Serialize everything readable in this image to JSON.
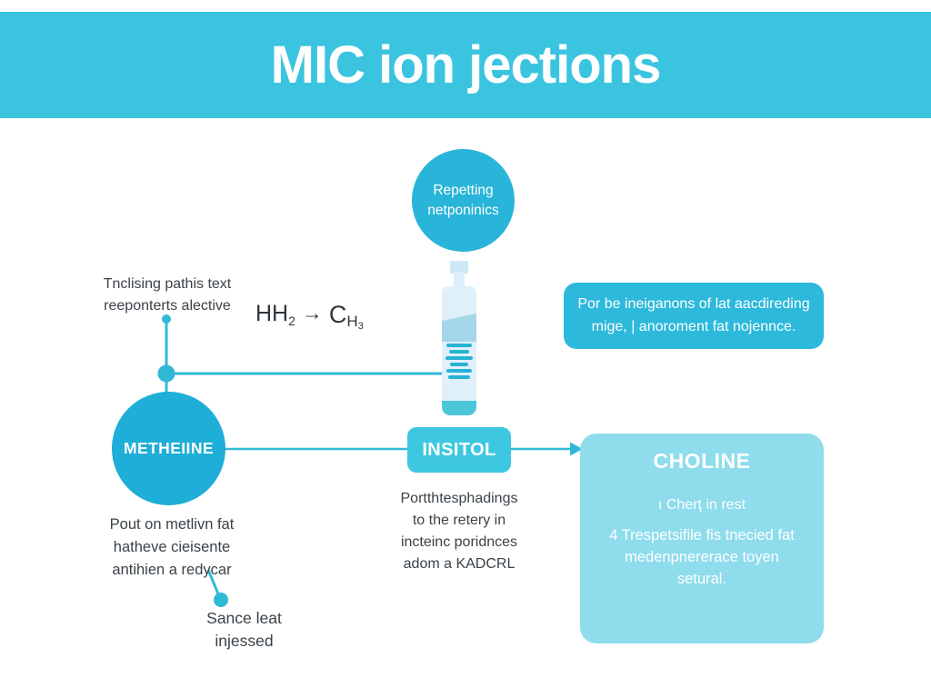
{
  "colors": {
    "banner": "#3bc4e0",
    "top_circle": "#29b4d9",
    "info_box": "#2db9dc",
    "metheiine": "#1eaed8",
    "insitol": "#3ec7e1",
    "choline": "#8edcec",
    "connector": "#30b9d7",
    "dark_text": "#3b4248",
    "vial_cap": "#cde8f5",
    "vial_neck": "#ddeefa",
    "vial_body": "#e0f0fa",
    "vial_fill": "#a5d7eb",
    "vial_stripe": "#28b2d3",
    "vial_bottom": "#4dc6db"
  },
  "banner": {
    "title": "MIC ion jections"
  },
  "top_circle": {
    "line1": "Repetting",
    "line2": "netponinics"
  },
  "left_note": {
    "line1": "Tnclising pathis text",
    "line2": "reeponterts alective"
  },
  "formula": {
    "base1": "HH",
    "sub1": "2",
    "arrow": "→",
    "base2": "C",
    "sub2": "H",
    "sub3": "3"
  },
  "info_box": {
    "line1": "Por be ineiganons of lat aacdireding",
    "line2": "mige, | anoroment fat nojennce."
  },
  "metheiine": {
    "label": "METHEIINE",
    "caption": [
      "Pout on metlivn fat",
      "hatheve cieisente",
      "antihien a redycar"
    ]
  },
  "insitol": {
    "label": "INSITOL",
    "caption": [
      "Portthtesphadings",
      "to the retery in",
      "incteinc poridnces",
      "adom a KADCRL"
    ]
  },
  "choline": {
    "title": "CHOLINE",
    "subtitle": "ı Cherţ in rest",
    "body": [
      "4 Trespetsifile fis tnecied fat",
      "medenpnererace toyen",
      "setural."
    ]
  },
  "pointer_caption": {
    "line1": "Sance leat",
    "line2": "injessed"
  }
}
